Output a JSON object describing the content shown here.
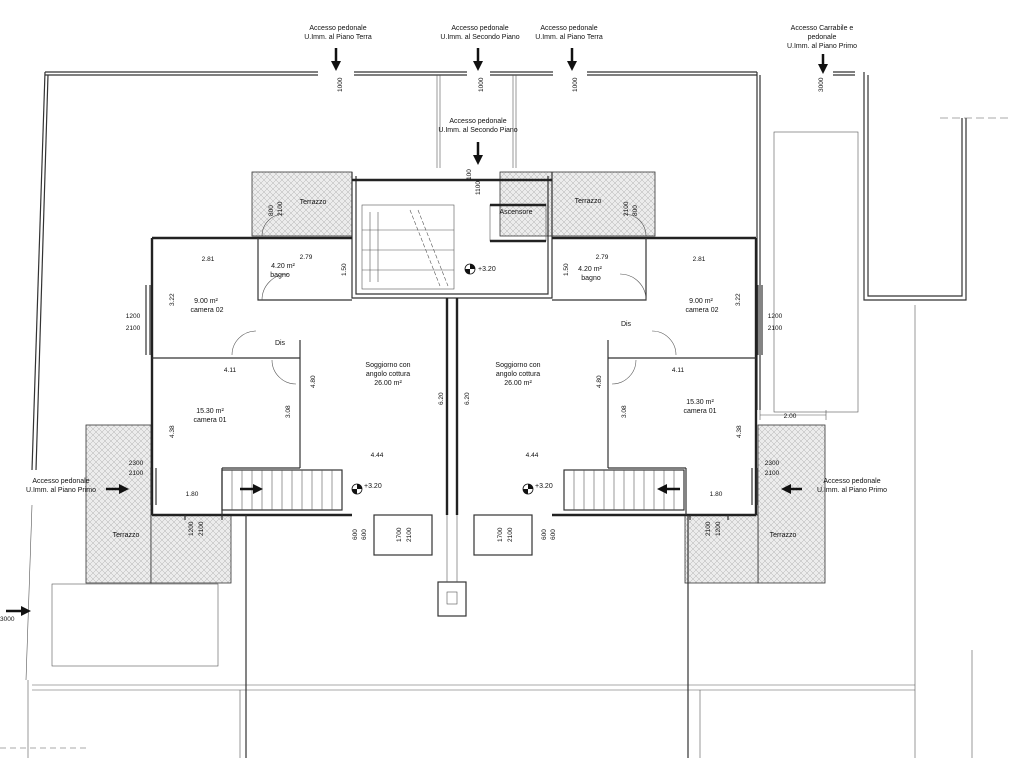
{
  "access": {
    "pedestrian": "Accesso pedonale",
    "vehicle_line1": "Accesso Carrabile e",
    "vehicle_line2": "pedonale",
    "ground": "U.Imm. al Piano Terra",
    "second": "U.Imm. al Secondo Piano",
    "first": "U.Imm. al Piano Primo"
  },
  "rooms": {
    "terrace": "Terrazzo",
    "lift": "Ascensore",
    "bathroom": "bagno",
    "bedroom2": "camera 02",
    "bedroom1": "camera 01",
    "dis": "Dis",
    "living_line1": "Soggiorno con",
    "living_line2": "angolo cottura"
  },
  "areas": {
    "bathroom": "4.20 m²",
    "bedroom2": "9.00 m²",
    "bedroom1": "15.30 m²",
    "living": "26.00 m²"
  },
  "levels": {
    "elevation": "+3.20"
  },
  "dims": {
    "d1000": "1000",
    "d3000": "3000",
    "d100": "100",
    "d1100": "1100",
    "d800": "800",
    "d2100": "2100",
    "d2_79": "2.79",
    "d2_81": "2.81",
    "d1_50": "1.50",
    "d3_22": "3.22",
    "d1200": "1200",
    "d4_11": "4.11",
    "d4_80": "4.80",
    "d6_20": "6.20",
    "d3_08": "3.08",
    "d4_38": "4.38",
    "d2300": "2300",
    "d4_44": "4.44",
    "d1_80": "1.80",
    "d2_00": "2.00",
    "d1700": "1700",
    "d600": "600"
  }
}
